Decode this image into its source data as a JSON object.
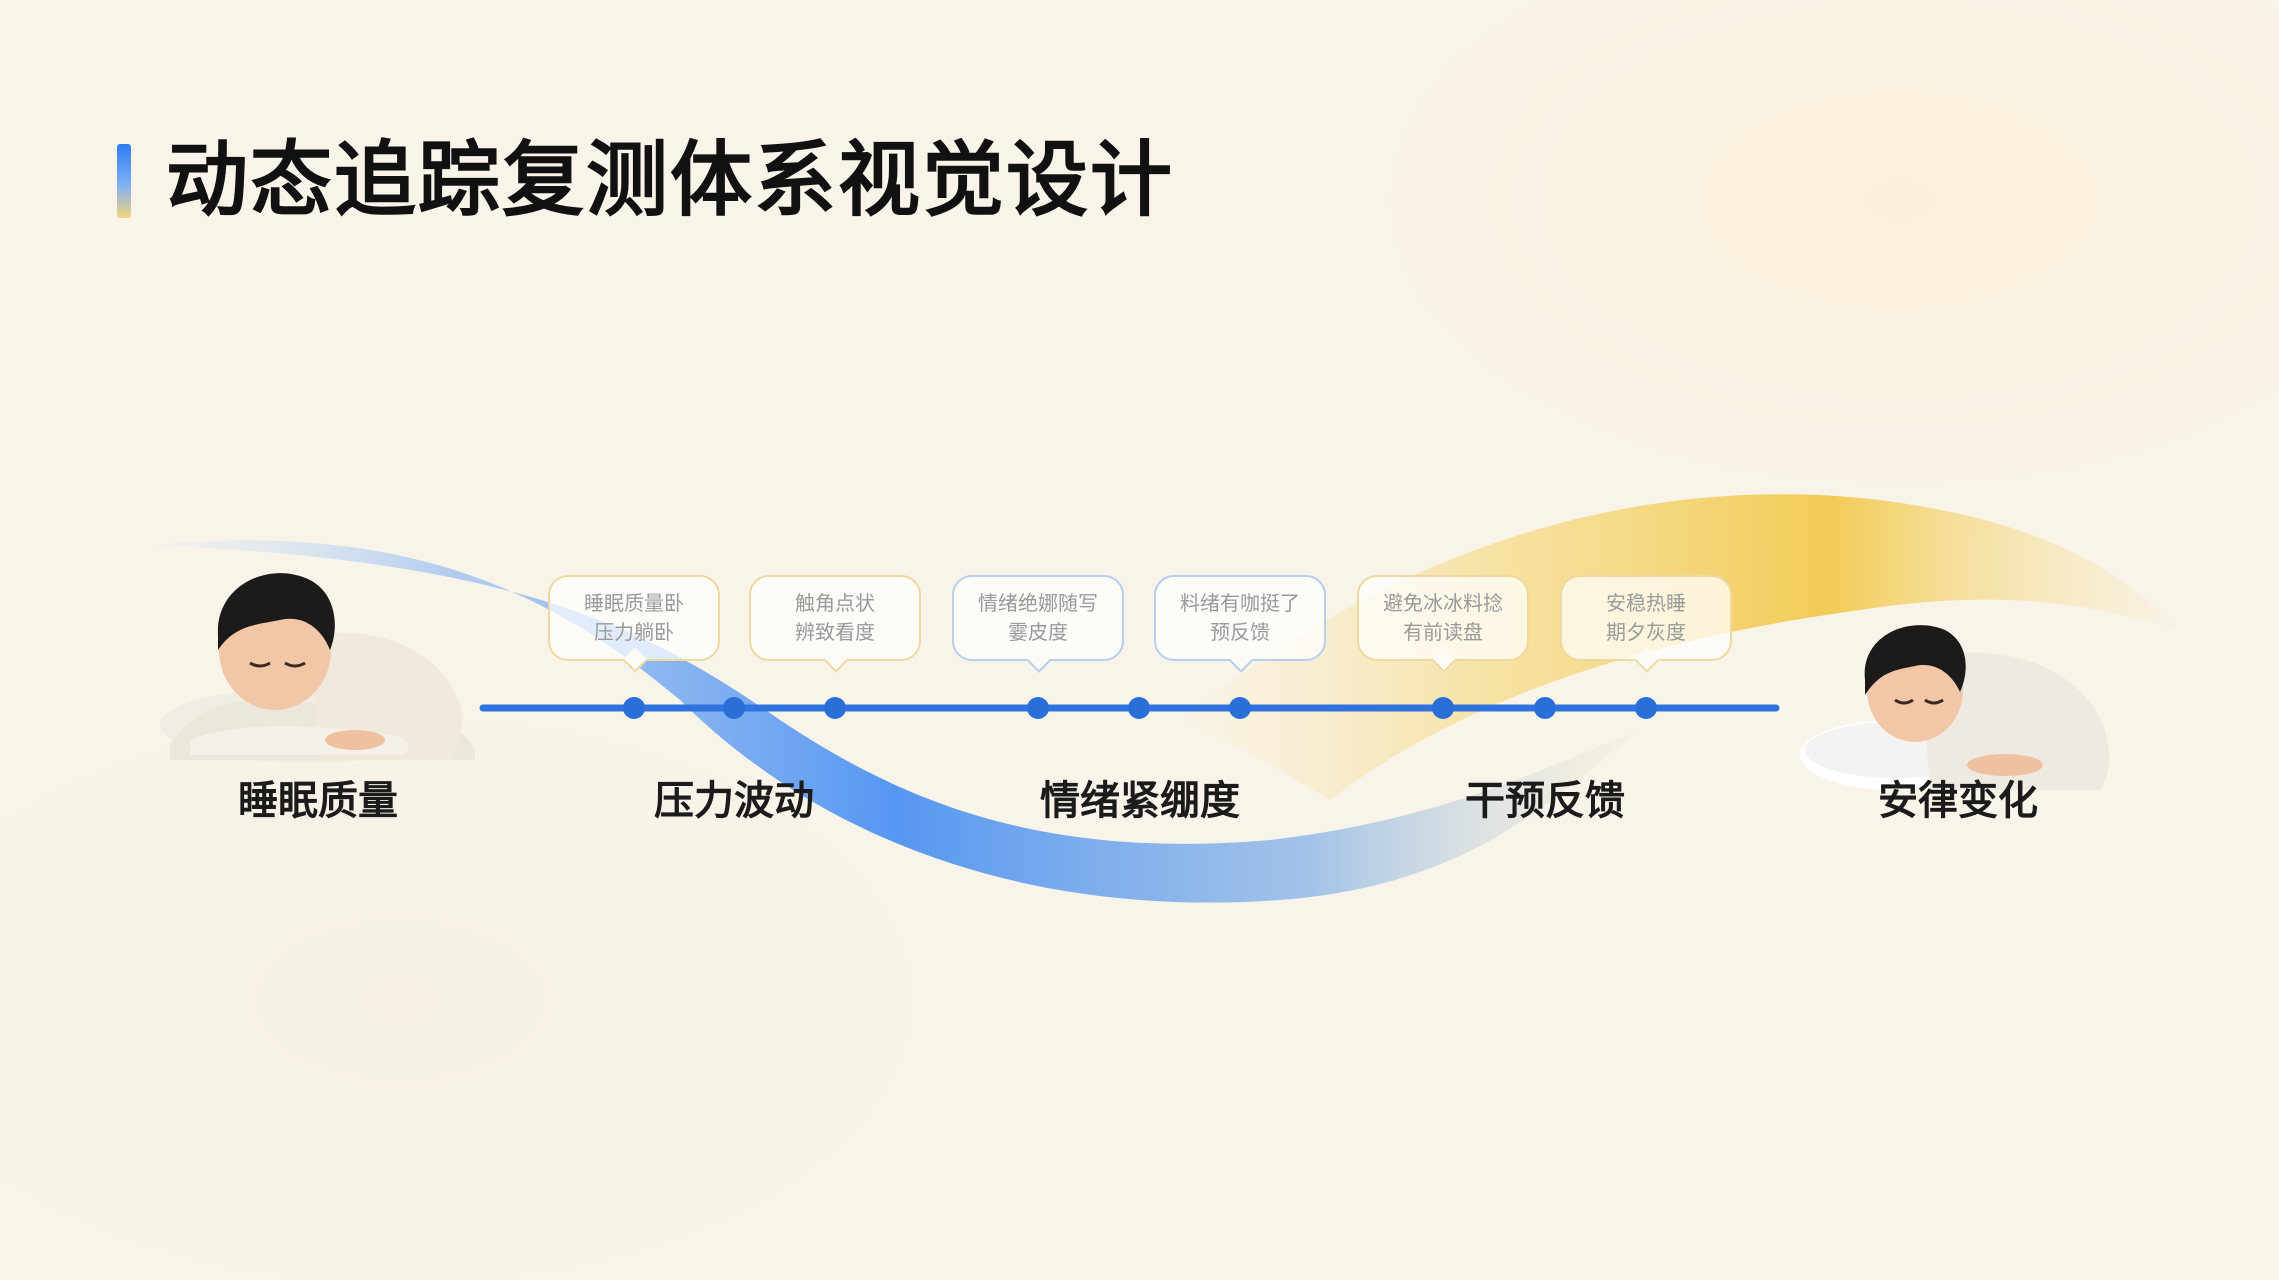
{
  "page": {
    "title": "动态追踪复测体系视觉设计"
  },
  "colors": {
    "blue_ribbon": "#4a8ff2",
    "yellow_ribbon": "#f5cf5c",
    "track_line": "#2f74de",
    "dot": "#2a6fd8"
  },
  "stages": [
    {
      "label": "睡眠质量"
    },
    {
      "label": "压力波动"
    },
    {
      "label": "情绪紧绷度"
    },
    {
      "label": "干预反馈"
    },
    {
      "label": "安律变化"
    }
  ],
  "bubbles": [
    {
      "line1": "睡眠质量卧",
      "line2": "压力躺卧"
    },
    {
      "line1": "触角点状",
      "line2": "辨致看度"
    },
    {
      "line1": "情绪绝娜随写",
      "line2": "霎皮度"
    },
    {
      "line1": "料绪有咖挺了",
      "line2": "预反馈"
    },
    {
      "line1": "避免冰冰料捻",
      "line2": "有前读盘"
    },
    {
      "line1": "安稳热睡",
      "line2": "期夕灰度"
    }
  ],
  "icons": {
    "left_figure": "sleeping-person-on-arms-icon",
    "right_figure": "sleeping-person-on-pillow-icon"
  }
}
